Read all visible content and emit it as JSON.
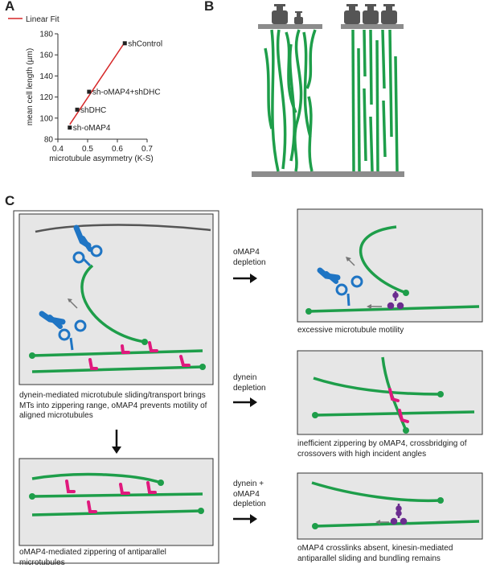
{
  "panels": {
    "a": "A",
    "b": "B",
    "c": "C"
  },
  "chart_data": {
    "type": "scatter",
    "xlabel": "microtubule asymmetry (K-S)",
    "ylabel": "mean cell length (µm)",
    "xlim": [
      0.4,
      0.7
    ],
    "ylim": [
      80,
      180
    ],
    "xticks": [
      "0.4",
      "0.5",
      "0.6",
      "0.7"
    ],
    "yticks": [
      "80",
      "100",
      "120",
      "140",
      "160",
      "180"
    ],
    "legend": {
      "label": "Linear Fit",
      "position": "top-left",
      "color": "#d62728"
    },
    "points": [
      {
        "label": "shControl",
        "x": 0.625,
        "y": 171
      },
      {
        "label": "sh-oMAP4+shDHC",
        "x": 0.505,
        "y": 125
      },
      {
        "label": "shDHC",
        "x": 0.465,
        "y": 108
      },
      {
        "label": "sh-oMAP4",
        "x": 0.44,
        "y": 91
      }
    ],
    "fit": {
      "x": [
        0.44,
        0.625
      ],
      "y": [
        94,
        172
      ]
    },
    "grid": false
  },
  "captions": {
    "main_top": "dynein-mediated microtubule sliding/transport brings MTs into zippering range, oMAP4 prevents motility of aligned microtubules",
    "main_bottom": "oMAP4-mediated zippering of antiparallel microtubules",
    "r1": "excessive microtubule motility",
    "r2": "inefficient zippering by oMAP4, crossbridging of crossovers with high incident angles",
    "r3": "oMAP4 crosslinks absent, kinesin-mediated antiparallel sliding and bundling remains"
  },
  "arrow_labels": {
    "a1": "oMAP4 depletion",
    "a2": "dynein depletion",
    "a3": "dynein + oMAP4 depletion"
  },
  "colors": {
    "microtubule": "#1e9e4a",
    "omap4": "#e0197d",
    "dynein": "#1f75c4",
    "kinesin": "#6b2d8f",
    "box": "#e6e6e6",
    "plate": "#8c8c8c",
    "fit": "#d62728"
  }
}
